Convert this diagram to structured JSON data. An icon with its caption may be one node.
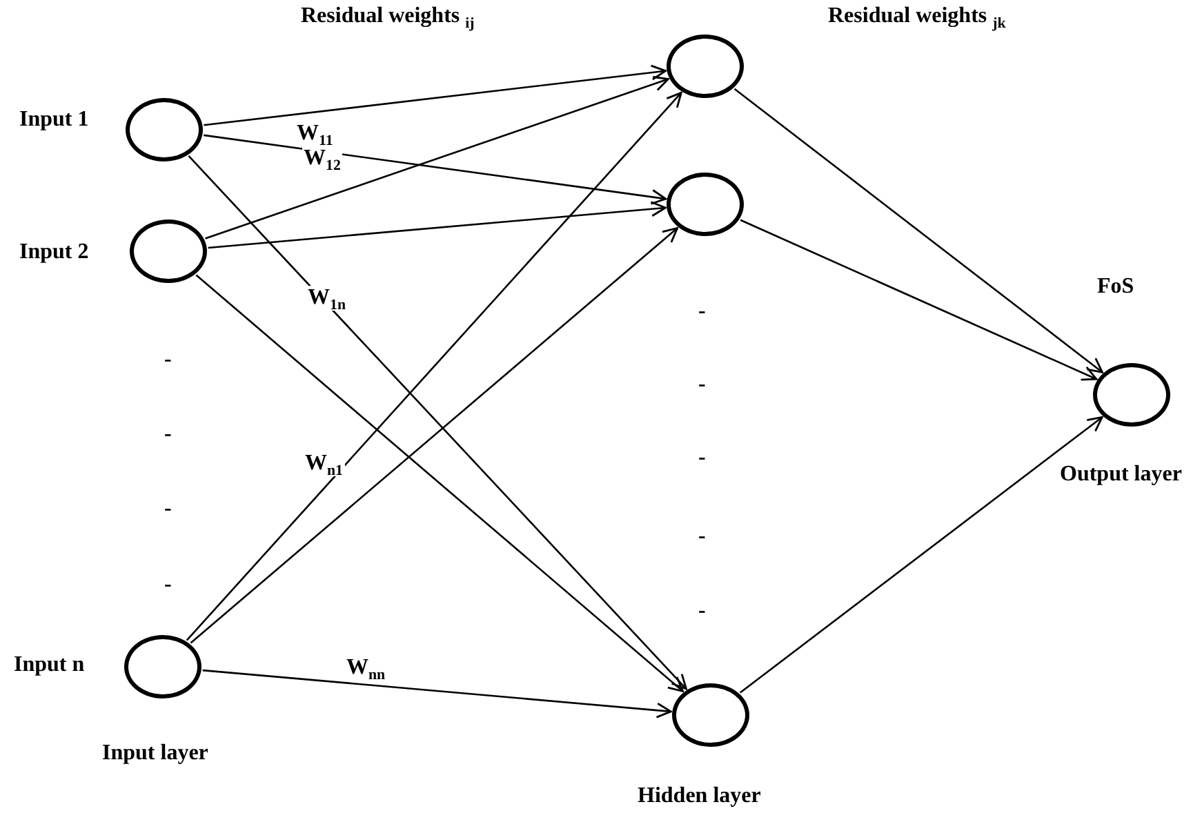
{
  "diagram": {
    "nodes": [
      {
        "text": [],
        "shape": "circle",
        "beside": [
          "Input 1"
        ]
      },
      {
        "text": [],
        "shape": "circle",
        "beside": [
          "Input 2"
        ]
      },
      {
        "text": [],
        "shape": "circle",
        "beside": [
          "Input n",
          "Input layer"
        ]
      },
      {
        "text": [],
        "shape": "circle"
      },
      {
        "text": [],
        "shape": "circle"
      },
      {
        "text": [],
        "shape": "circle",
        "beside": [
          "Hidden layer"
        ]
      },
      {
        "text": [],
        "shape": "circle",
        "beside": [
          "FoS",
          "Output layer"
        ]
      }
    ],
    "edges": [
      {
        "from": 0,
        "to": 3,
        "arrow": "to",
        "label": "W$_{11}$"
      },
      {
        "from": 0,
        "to": 4,
        "arrow": "to",
        "label": "W$_{12}$"
      },
      {
        "from": 0,
        "to": 5,
        "arrow": "to",
        "label": "W$_{1n}$"
      },
      {
        "from": 1,
        "to": 3,
        "arrow": "to"
      },
      {
        "from": 1,
        "to": 4,
        "arrow": "to"
      },
      {
        "from": 1,
        "to": 5,
        "arrow": "to"
      },
      {
        "from": 2,
        "to": 3,
        "arrow": "to",
        "label": "W$_{n1}$"
      },
      {
        "from": 2,
        "to": 4,
        "arrow": "to"
      },
      {
        "from": 2,
        "to": 5,
        "arrow": "to",
        "label": "W$_{nn}$"
      },
      {
        "from": 3,
        "to": 6,
        "arrow": "to"
      },
      {
        "from": 4,
        "to": 6,
        "arrow": "to"
      },
      {
        "from": 5,
        "to": 6,
        "arrow": "to"
      }
    ],
    "labels": [
      "Residual weights $_{ij}$",
      "Residual weights $_{jk}$",
      "-",
      "-",
      "-",
      "-",
      "-",
      "-",
      "-",
      "-",
      "-"
    ]
  }
}
